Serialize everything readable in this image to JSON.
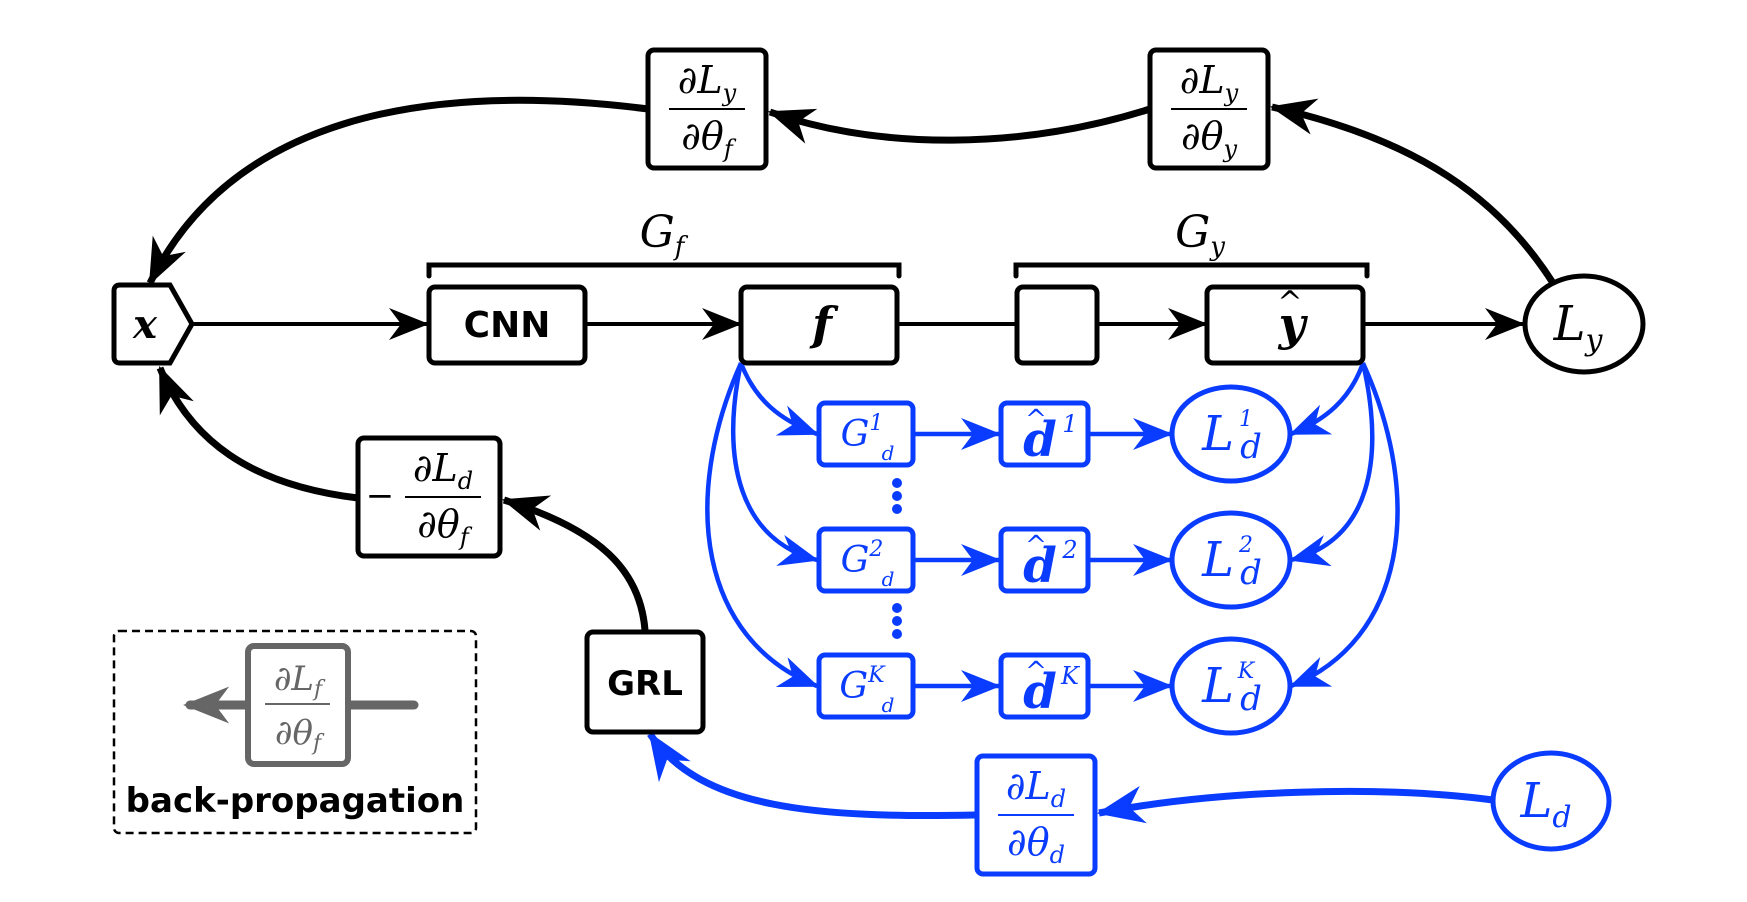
{
  "diagram": {
    "title": "Multi-domain adversarial network with gradient reversal",
    "colors": {
      "forward": "#000000",
      "domain_branch": "#0a3cff",
      "legend": "#666666",
      "background": "#ffffff"
    },
    "nodes": {
      "input": {
        "label": "x"
      },
      "cnn": {
        "label": "CNN"
      },
      "feature": {
        "label": "f"
      },
      "label_hidden": {
        "label": ""
      },
      "label_pred": {
        "base": "y",
        "accent": "^"
      },
      "label_loss": {
        "base": "L",
        "sub": "y"
      },
      "grl": {
        "label": "GRL"
      },
      "domain_loss": {
        "base": "L",
        "sub": "d"
      }
    },
    "groups": {
      "feature_extractor": {
        "base": "G",
        "sub": "f"
      },
      "label_predictor": {
        "base": "G",
        "sub": "y"
      }
    },
    "domain_rows": [
      {
        "classifier": {
          "base": "G",
          "sup": "1",
          "sub": "d"
        },
        "prediction": {
          "base": "d",
          "accent": "^",
          "sup": "1"
        },
        "loss": {
          "base": "L",
          "sup": "1",
          "sub": "d"
        }
      },
      {
        "classifier": {
          "base": "G",
          "sup": "2",
          "sub": "d"
        },
        "prediction": {
          "base": "d",
          "accent": "^",
          "sup": "2"
        },
        "loss": {
          "base": "L",
          "sup": "2",
          "sub": "d"
        }
      },
      {
        "classifier": {
          "base": "G",
          "sup": "K",
          "sub": "d"
        },
        "prediction": {
          "base": "d",
          "accent": "^",
          "sup": "K"
        },
        "loss": {
          "base": "L",
          "sup": "K",
          "sub": "d"
        }
      }
    ],
    "ellipsis": "⋮",
    "gradients": {
      "dLy_dtheta_f": {
        "prefix": "",
        "num": "∂L",
        "num_sub": "y",
        "den": "∂θ",
        "den_sub": "f"
      },
      "dLy_dtheta_y": {
        "prefix": "",
        "num": "∂L",
        "num_sub": "y",
        "den": "∂θ",
        "den_sub": "y"
      },
      "neg_dLd_dtheta_f": {
        "prefix": "−",
        "num": "∂L",
        "num_sub": "d",
        "den": "∂θ",
        "den_sub": "f"
      },
      "dLd_dtheta_d": {
        "prefix": "",
        "num": "∂L",
        "num_sub": "d",
        "den": "∂θ",
        "den_sub": "d"
      }
    },
    "legend": {
      "gradient": {
        "num": "∂L",
        "num_sub": "f",
        "den": "∂θ",
        "den_sub": "f"
      },
      "caption": "back-propagation"
    }
  }
}
